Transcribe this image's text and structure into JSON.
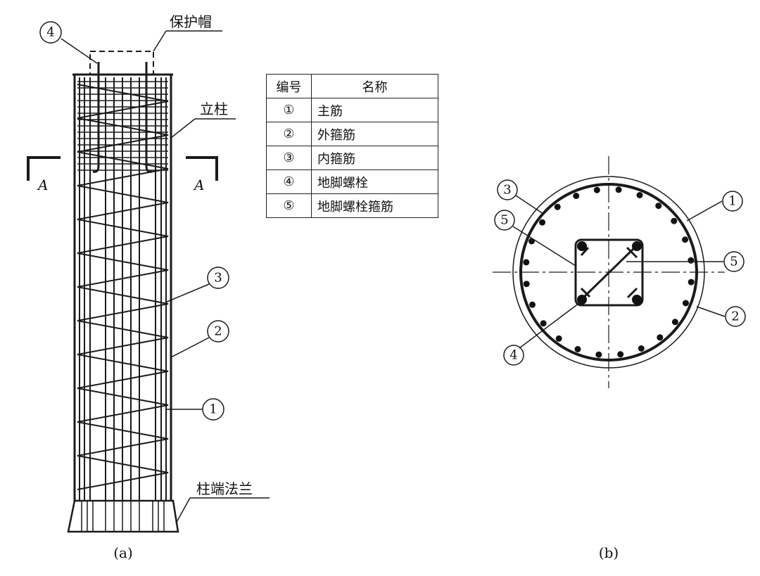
{
  "labels": {
    "cap": "保护帽",
    "column": "立柱",
    "flange": "柱端法兰",
    "section_left": "A",
    "section_right": "A"
  },
  "callouts": {
    "a": [
      "4",
      "3",
      "2",
      "1"
    ],
    "b": [
      "3",
      "5",
      "1",
      "5",
      "2",
      "4"
    ]
  },
  "captions": {
    "a": "(a)",
    "b": "(b)"
  },
  "table": {
    "headers": [
      "编号",
      "名称"
    ],
    "rows": [
      [
        "①",
        "主筋"
      ],
      [
        "②",
        "外箍筋"
      ],
      [
        "③",
        "内箍筋"
      ],
      [
        "④",
        "地脚螺栓"
      ],
      [
        "⑤",
        "地脚螺栓箍筋"
      ]
    ]
  }
}
